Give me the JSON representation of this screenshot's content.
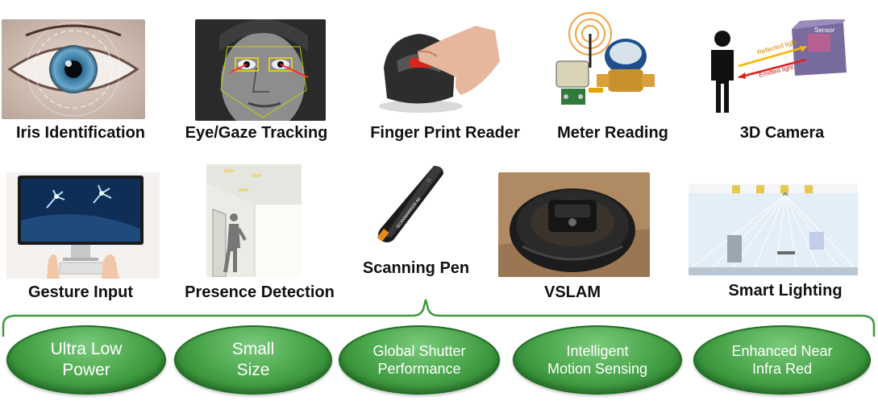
{
  "applications": [
    {
      "label": "Iris Identification",
      "icon": "iris-image"
    },
    {
      "label": "Eye/Gaze Tracking",
      "icon": "gaze-tracking-image"
    },
    {
      "label": "Finger Print Reader",
      "icon": "fingerprint-reader-image"
    },
    {
      "label": "Meter Reading",
      "icon": "water-meter-image"
    },
    {
      "label": "3D Camera",
      "icon": "tof-camera-image"
    },
    {
      "label": "Gesture Input",
      "icon": "gesture-monitor-image"
    },
    {
      "label": "Presence Detection",
      "icon": "presence-room-image"
    },
    {
      "label": "Scanning Pen",
      "icon": "scanning-pen-image"
    },
    {
      "label": "VSLAM",
      "icon": "robot-vacuum-image"
    },
    {
      "label": "Smart Lighting",
      "icon": "smart-lighting-image"
    }
  ],
  "diagram_text": {
    "reflected_light": "Reflected light",
    "emitted_light": "Emitted light",
    "sensor": "Sensor",
    "pen_brand": "SCANMARKER Air"
  },
  "features": [
    {
      "line1": "Ultra Low",
      "line2": "Power"
    },
    {
      "line1": "Small",
      "line2": "Size"
    },
    {
      "line1": "Global Shutter",
      "line2": "Performance"
    },
    {
      "line1": "Intelligent",
      "line2": "Motion Sensing"
    },
    {
      "line1": "Enhanced Near",
      "line2": "Infra Red"
    }
  ],
  "colors": {
    "pill_green": "#4ea84f",
    "brace_green": "#3a9a3e",
    "text": "#111111"
  }
}
